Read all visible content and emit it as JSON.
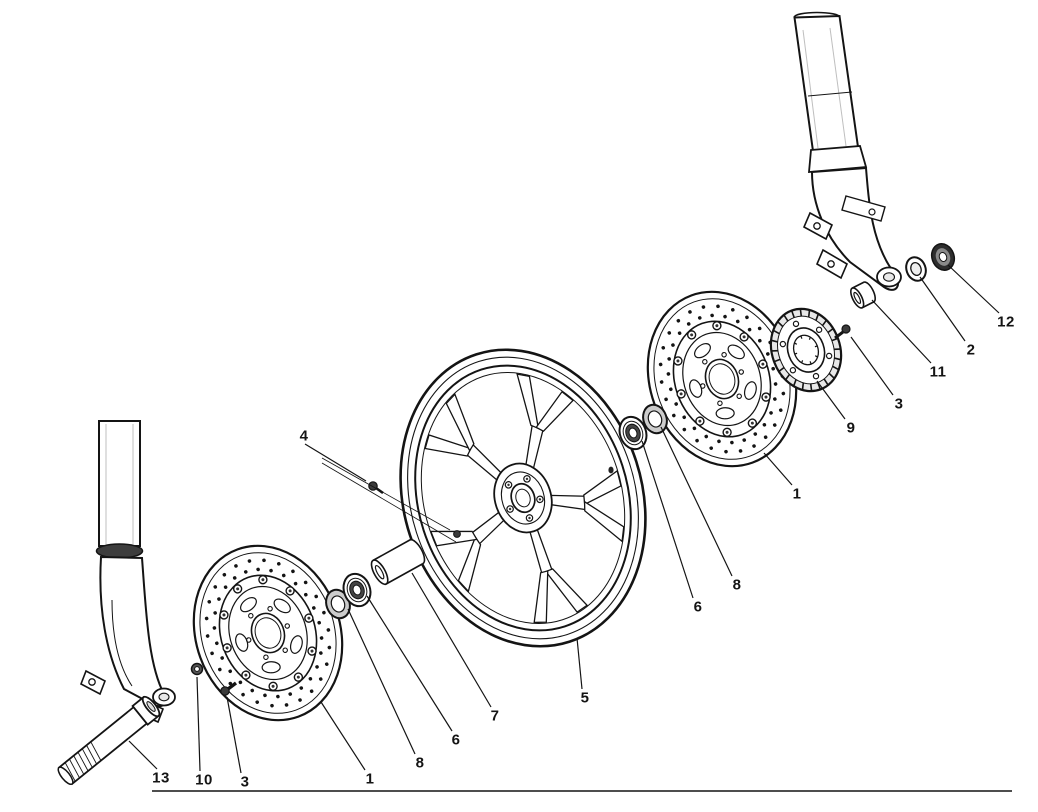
{
  "figure": {
    "background": "#ffffff",
    "ink": "#141414",
    "callouts": [
      {
        "label": "12"
      },
      {
        "label": "2"
      },
      {
        "label": "11"
      },
      {
        "label": "3"
      },
      {
        "label": "9"
      },
      {
        "label": "1"
      },
      {
        "label": "8"
      },
      {
        "label": "6"
      },
      {
        "label": "5"
      },
      {
        "label": "7"
      },
      {
        "label": "6"
      },
      {
        "label": "8"
      },
      {
        "label": "1"
      },
      {
        "label": "3"
      },
      {
        "label": "10"
      },
      {
        "label": "13"
      },
      {
        "label": "4"
      }
    ]
  }
}
